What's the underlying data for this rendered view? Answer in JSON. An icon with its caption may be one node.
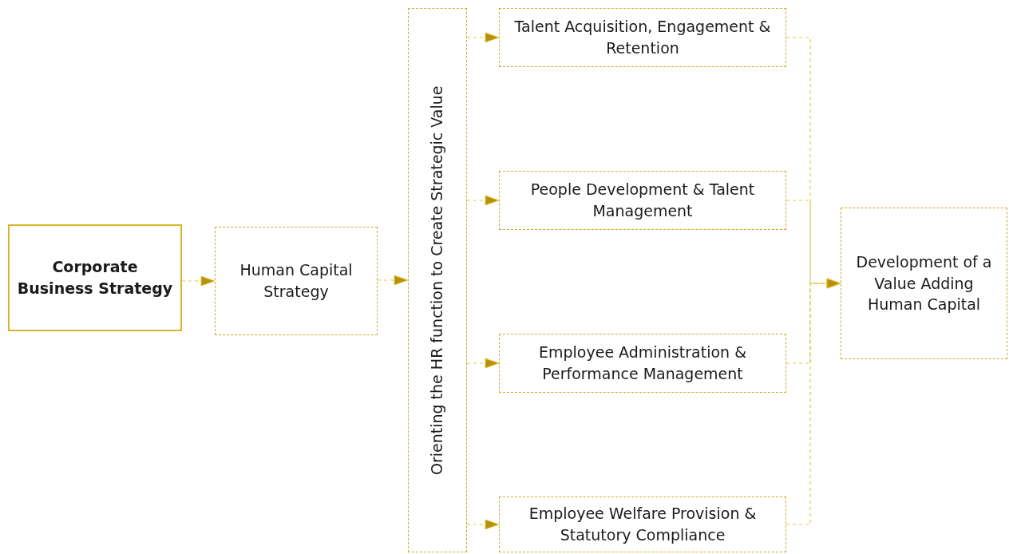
{
  "diagram": {
    "nodes": [
      {
        "text": [
          "Corporate Business Strategy"
        ]
      },
      {
        "text": [
          "Human Capital Strategy"
        ]
      },
      {
        "text": [
          "Orienting the HR function to Create Strategic Value"
        ]
      },
      {
        "text": [
          "Talent Acquisition, Engagement & Retention"
        ]
      },
      {
        "text": [
          "People Development & Talent Management"
        ]
      },
      {
        "text": [
          "Employee Administration & Performance Management"
        ]
      },
      {
        "text": [
          "Employee Welfare Provision & Statutory Compliance"
        ]
      },
      {
        "text": [
          "Development of a Value Adding Human Capital"
        ]
      }
    ],
    "edges": [
      {
        "from": 0,
        "to": 1,
        "arrow": "to"
      },
      {
        "from": 1,
        "to": 2,
        "arrow": "to"
      },
      {
        "from": 2,
        "to": 3,
        "arrow": "to"
      },
      {
        "from": 2,
        "to": 4,
        "arrow": "to"
      },
      {
        "from": 2,
        "to": 5,
        "arrow": "to"
      },
      {
        "from": 2,
        "to": 6,
        "arrow": "to"
      },
      {
        "from": 3,
        "to": 7,
        "arrow": "to"
      },
      {
        "from": 4,
        "to": 7,
        "arrow": "to"
      },
      {
        "from": 5,
        "to": 7,
        "arrow": "to"
      },
      {
        "from": 6,
        "to": 7,
        "arrow": "to"
      }
    ]
  }
}
